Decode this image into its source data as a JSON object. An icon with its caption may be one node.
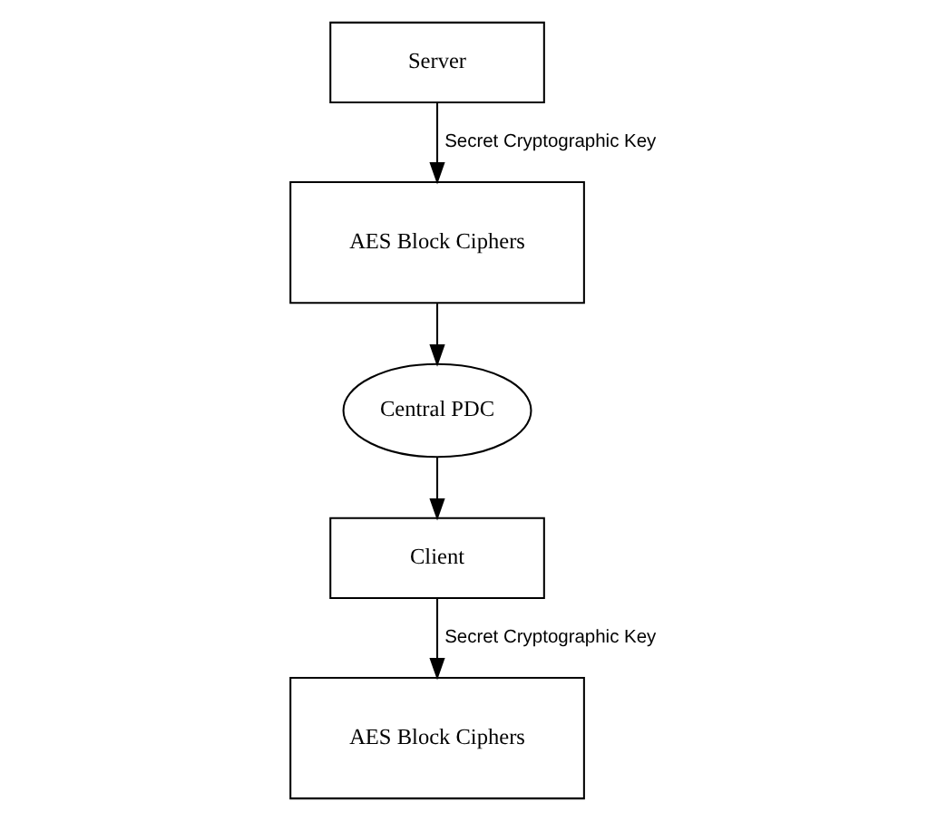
{
  "diagram": {
    "nodes": [
      {
        "text": [
          "Server"
        ]
      },
      {
        "text": [
          "AES Block Ciphers"
        ]
      },
      {
        "text": [
          "Central PDC"
        ]
      },
      {
        "text": [
          "Client"
        ]
      },
      {
        "text": [
          "AES Block Ciphers"
        ]
      }
    ],
    "edges": [
      {
        "from": 0,
        "to": 1,
        "arrow": "to",
        "label": "Secret Cryptographic Key"
      },
      {
        "from": 1,
        "to": 2,
        "arrow": "to"
      },
      {
        "from": 2,
        "to": 3,
        "arrow": "to"
      },
      {
        "from": 3,
        "to": 4,
        "arrow": "to",
        "label": "Secret Cryptographic Key"
      }
    ]
  }
}
